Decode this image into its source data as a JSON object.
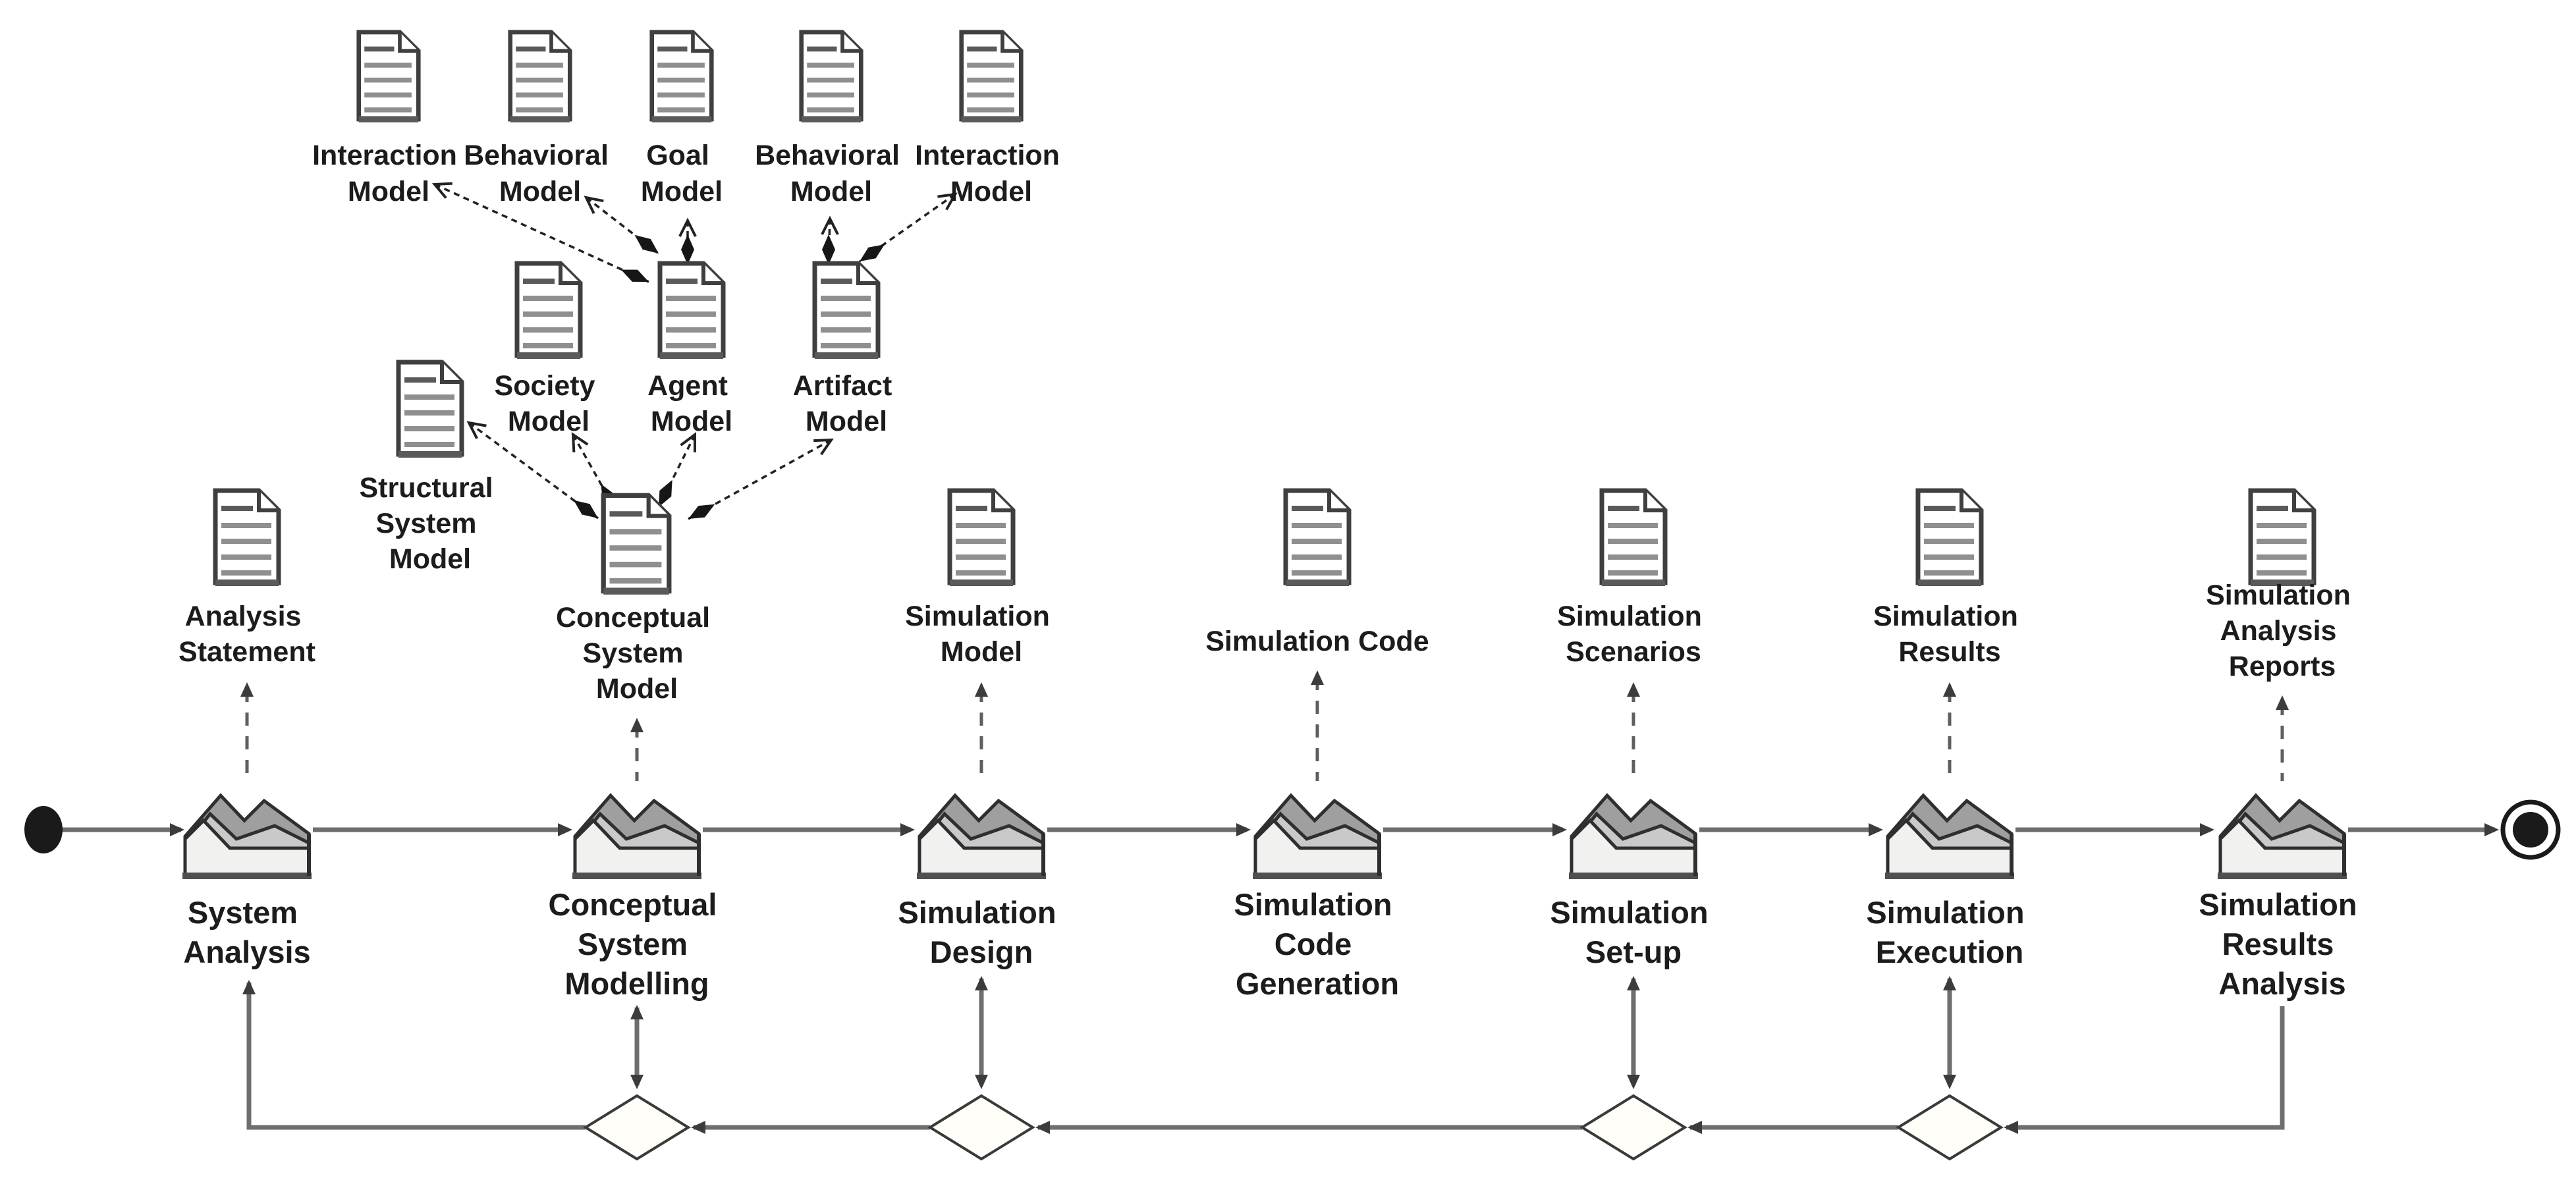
{
  "activities": [
    {
      "id": "system-analysis",
      "lines": [
        "System",
        "Analysis"
      ]
    },
    {
      "id": "conceptual-system-modelling",
      "lines": [
        "Conceptual",
        "System",
        "Modelling"
      ]
    },
    {
      "id": "simulation-design",
      "lines": [
        "Simulation",
        "Design"
      ]
    },
    {
      "id": "simulation-code-generation",
      "lines": [
        "Simulation",
        "Code",
        "Generation"
      ]
    },
    {
      "id": "simulation-set-up",
      "lines": [
        "Simulation",
        "Set-up"
      ]
    },
    {
      "id": "simulation-execution",
      "lines": [
        "Simulation",
        "Execution"
      ]
    },
    {
      "id": "simulation-results-analysis",
      "lines": [
        "Simulation",
        "Results",
        "Analysis"
      ]
    }
  ],
  "artifacts": {
    "main": [
      {
        "id": "analysis-statement",
        "lines": [
          "Analysis",
          "Statement"
        ]
      },
      {
        "id": "conceptual-system-model",
        "lines": [
          "Conceptual",
          "System",
          "Model"
        ]
      },
      {
        "id": "simulation-model",
        "lines": [
          "Simulation",
          "Model"
        ]
      },
      {
        "id": "simulation-code",
        "lines": [
          "Simulation Code"
        ]
      },
      {
        "id": "simulation-scenarios",
        "lines": [
          "Simulation",
          "Scenarios"
        ]
      },
      {
        "id": "simulation-results",
        "lines": [
          "Simulation",
          "Results"
        ]
      },
      {
        "id": "simulation-analysis-reports",
        "lines": [
          "Simulation",
          "Analysis",
          "Reports"
        ]
      }
    ],
    "top": [
      {
        "id": "interaction-model-left",
        "lines": [
          "Interaction",
          "Model"
        ]
      },
      {
        "id": "behavioral-model-left",
        "lines": [
          "Behavioral",
          "Model"
        ]
      },
      {
        "id": "goal-model",
        "lines": [
          "Goal",
          "Model"
        ]
      },
      {
        "id": "behavioral-model-right",
        "lines": [
          "Behavioral",
          "Model"
        ]
      },
      {
        "id": "interaction-model-right",
        "lines": [
          "Interaction",
          "Model"
        ]
      }
    ],
    "mid": [
      {
        "id": "society-model",
        "lines": [
          "Society",
          "Model"
        ]
      },
      {
        "id": "agent-model",
        "lines": [
          "Agent",
          "Model"
        ]
      },
      {
        "id": "artifact-model",
        "lines": [
          "Artifact",
          "Model"
        ]
      }
    ],
    "structural": {
      "id": "structural-system-model",
      "lines": [
        "Structural",
        "System",
        "Model"
      ]
    }
  },
  "colors": {
    "ink": "#1c1c1c",
    "line": "#6e6e6e",
    "arrow": "#3c3c3c",
    "icon_dark": "#9f9f9f",
    "icon_mid": "#c9c9c9",
    "icon_light": "#f1f1ef",
    "icon_outline": "#2f2f2f",
    "doc_fill": "#ffffff",
    "doc_rule": "#8f8f8f",
    "decision_fill": "#fffef8"
  }
}
